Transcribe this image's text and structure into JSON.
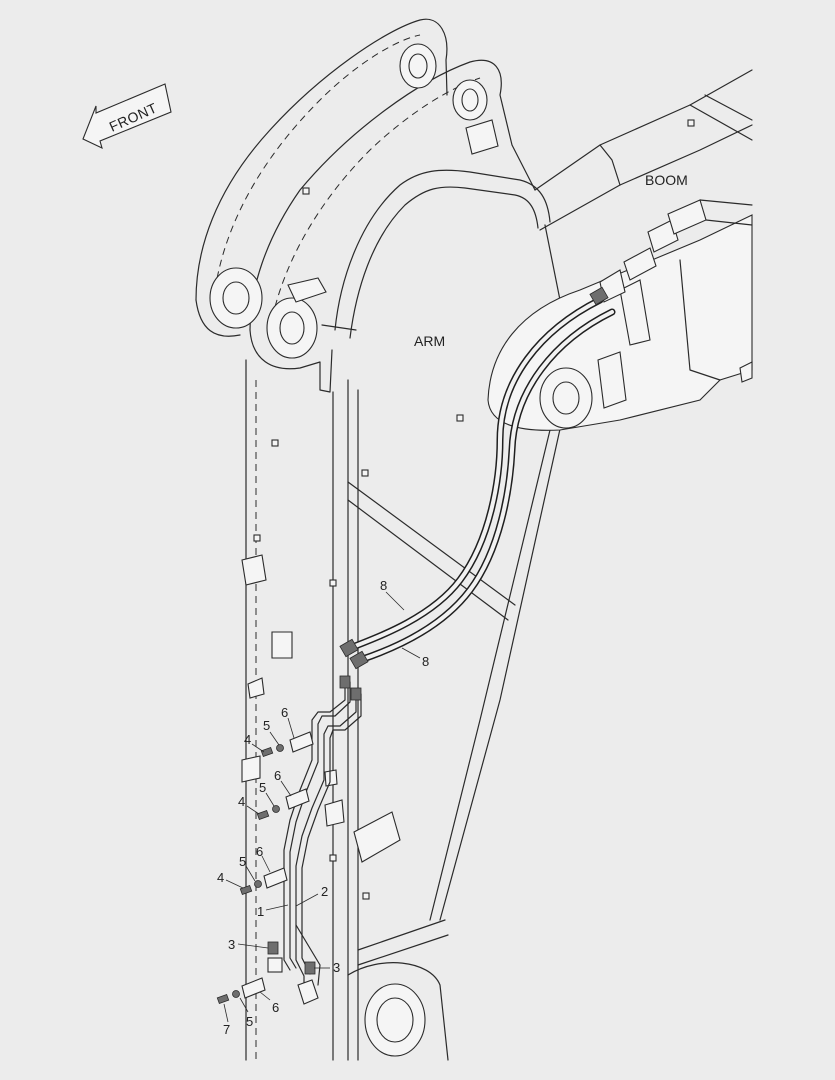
{
  "labels": {
    "front": "FRONT",
    "boom": "BOOM",
    "arm": "ARM"
  },
  "callouts": [
    {
      "id": "c8a",
      "text": "8"
    },
    {
      "id": "c8b",
      "text": "8"
    },
    {
      "id": "c6a",
      "text": "6"
    },
    {
      "id": "c5a",
      "text": "5"
    },
    {
      "id": "c4a",
      "text": "4"
    },
    {
      "id": "c6b",
      "text": "6"
    },
    {
      "id": "c5b",
      "text": "5"
    },
    {
      "id": "c4b",
      "text": "4"
    },
    {
      "id": "c6c",
      "text": "6"
    },
    {
      "id": "c5c",
      "text": "5"
    },
    {
      "id": "c4c",
      "text": "4"
    },
    {
      "id": "c2",
      "text": "2"
    },
    {
      "id": "c1",
      "text": "1"
    },
    {
      "id": "c3a",
      "text": "3"
    },
    {
      "id": "c3b",
      "text": "3"
    },
    {
      "id": "c7",
      "text": "7"
    },
    {
      "id": "c5d",
      "text": "5"
    },
    {
      "id": "c6d",
      "text": "6"
    }
  ]
}
